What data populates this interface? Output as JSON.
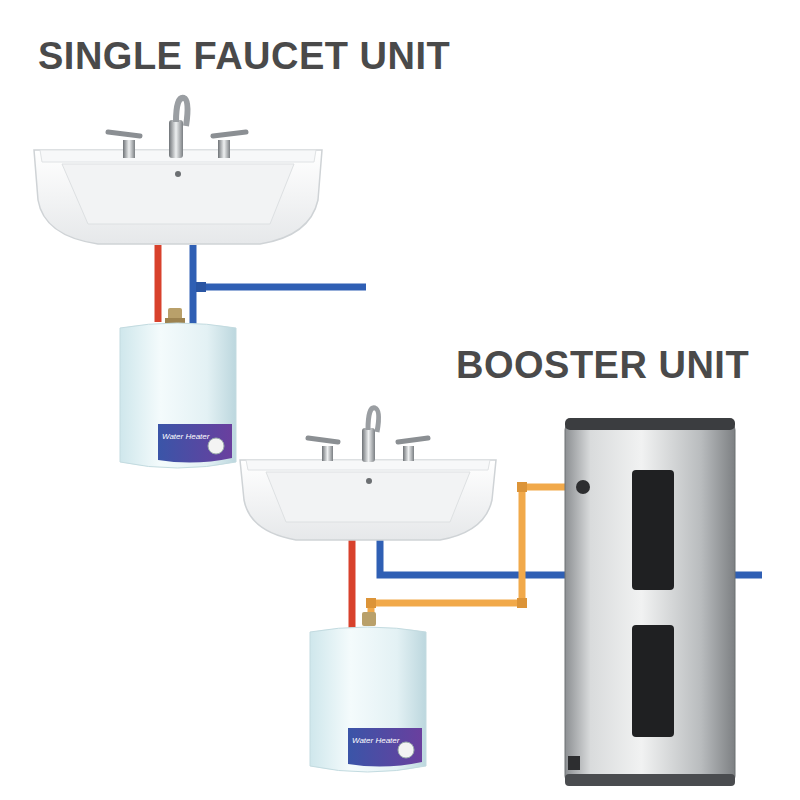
{
  "diagram": {
    "labels": [
      "SINGLE FAUCET UNIT",
      "BOOSTER UNIT",
      "Water Heater",
      "Water Heater"
    ]
  }
}
